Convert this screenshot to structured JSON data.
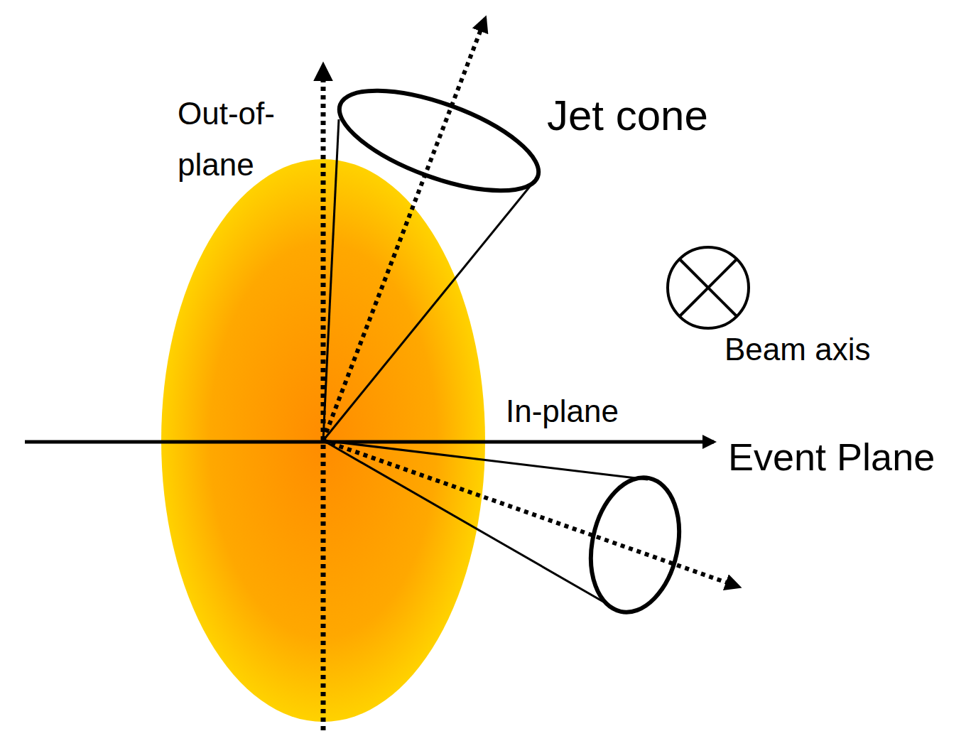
{
  "diagram": {
    "labels": [
      "Out-of- plane",
      "Jet cone",
      "In-plane",
      "Event Plane",
      "Beam axis"
    ]
  }
}
